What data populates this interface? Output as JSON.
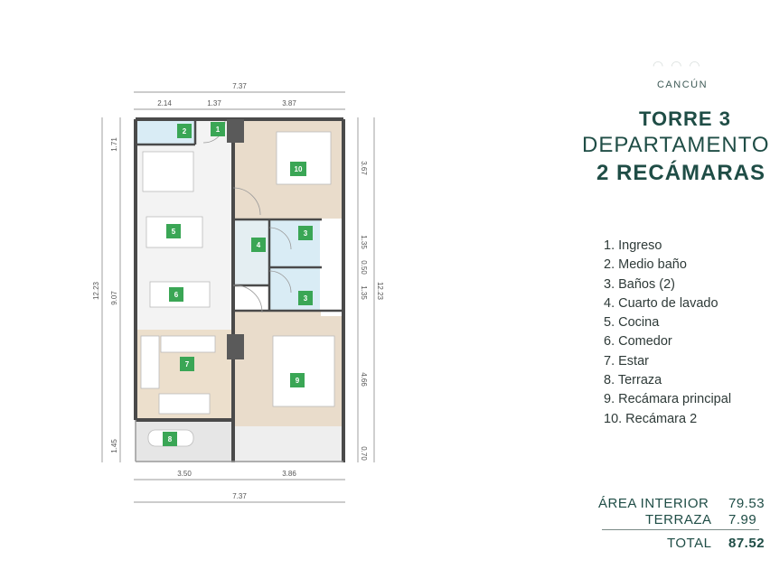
{
  "header": {
    "city": "CANCÚN",
    "tower": "TORRE 3",
    "unit_type": "DEPARTAMENTO",
    "bedrooms": "2 RECÁMARAS"
  },
  "legend": [
    "1.  Ingreso",
    "2. Medio baño",
    "3. Baños (2)",
    "4. Cuarto de lavado",
    "5. Cocina",
    "6. Comedor",
    "7. Estar",
    "8. Terraza",
    "9. Recámara principal",
    "10. Recámara 2"
  ],
  "areas": {
    "interior_label": "ÁREA INTERIOR",
    "interior_value": "79.53",
    "terrace_label": "TERRAZA",
    "terrace_value": "7.99",
    "total_label": "TOTAL",
    "total_value": "87.52"
  },
  "dimensions": {
    "top_total": "7.37",
    "top_a": "2.14",
    "top_b": "1.37",
    "top_c": "3.87",
    "bottom_a": "3.50",
    "bottom_b": "3.86",
    "bottom_total": "7.37",
    "left_total": "12.23",
    "left_a": "1.71",
    "left_b": "9.07",
    "left_c": "1.45",
    "right_total": "12.23",
    "right_a": "3.67",
    "right_b": "1.35",
    "right_c": "0.50",
    "right_d": "1.35",
    "right_e": "4.66",
    "right_f": "0.70"
  },
  "room_markers": {
    "r1": "1",
    "r2": "2",
    "r3a": "3",
    "r3b": "3",
    "r4": "4",
    "r5": "5",
    "r6": "6",
    "r7": "7",
    "r8": "8",
    "r9": "9",
    "r10": "10"
  },
  "colors": {
    "brand": "#1f4d46",
    "marker": "#3aa655",
    "wall": "#4a4a4a",
    "floor_wood": "#e9dccb",
    "wet_area": "#d9ecf5"
  }
}
